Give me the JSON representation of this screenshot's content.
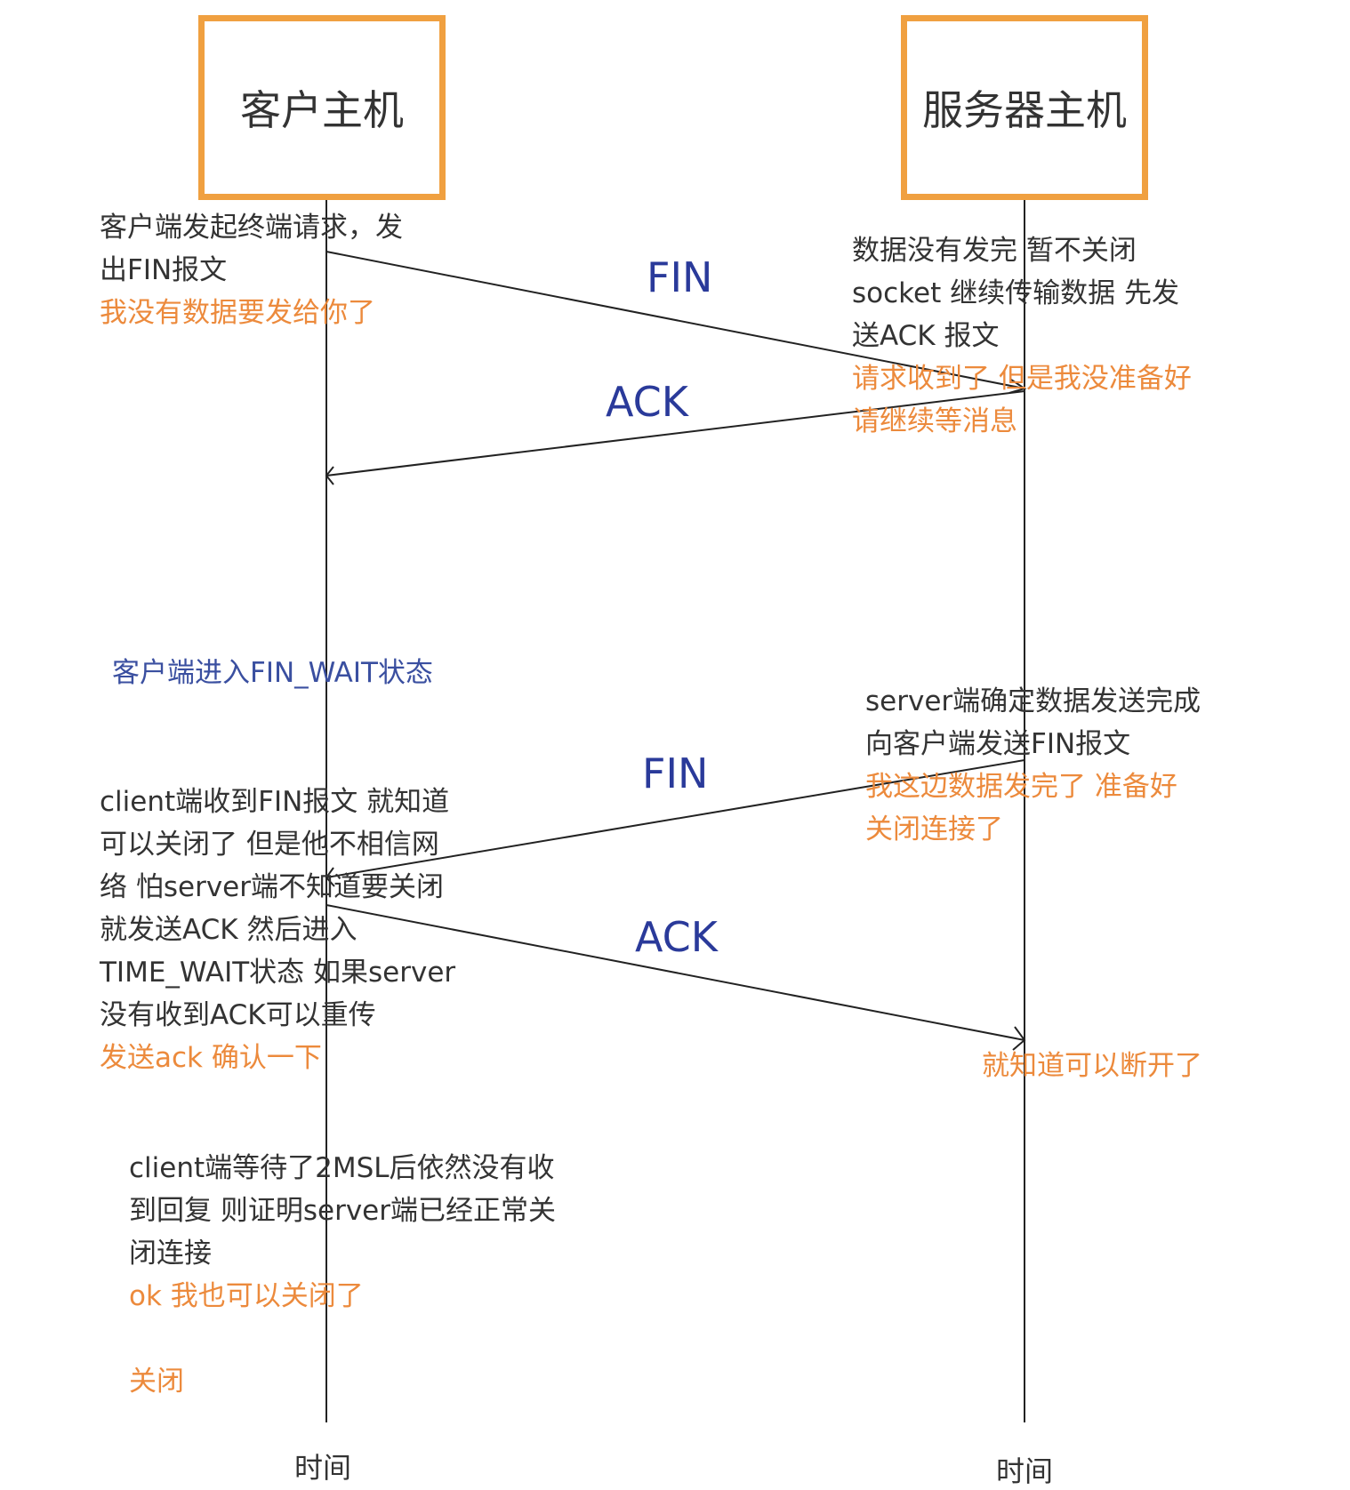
{
  "hosts": {
    "client": "客户主机",
    "server": "服务器主机"
  },
  "messages": {
    "fin1": "FIN",
    "ack1": "ACK",
    "fin2": "FIN",
    "ack2": "ACK"
  },
  "notes": {
    "client_request": [
      "客户端发起终端请求，发",
      "出FIN报文"
    ],
    "client_request_caption": "我没有数据要发给你了",
    "server_not_done": [
      "数据没有发完  暂不关闭",
      "socket  继续传输数据  先发",
      "送ACK 报文"
    ],
    "server_not_done_caption": [
      "请求收到了 但是我没准备好",
      "请继续等消息"
    ],
    "client_fin_wait": "客户端进入FIN_WAIT状态",
    "server_done": [
      "server端确定数据发送完成",
      "向客户端发送FIN报文"
    ],
    "server_done_caption": [
      "我这边数据发完了  准备好",
      "关闭连接了"
    ],
    "client_time_wait": [
      "client端收到FIN报文 就知道",
      "可以关闭了  但是他不相信网",
      "络  怕server端不知道要关闭",
      "就发送ACK 然后进入",
      "TIME_WAIT状态  如果server",
      "没有收到ACK可以重传"
    ],
    "client_time_wait_caption": "发送ack   确认一下",
    "server_close_caption": "就知道可以断开了",
    "client_2msl": [
      "client端等待了2MSL后依然没有收",
      "到回复  则证明server端已经正常关",
      "闭连接"
    ],
    "client_2msl_caption": "ok  我也可以关闭了",
    "client_closed": "关闭"
  },
  "axis": {
    "client_time": "时间",
    "server_time": "时间"
  },
  "colors": {
    "box_border": "#f0a040",
    "caption_orange": "#ec8a3c",
    "label_blue": "#2a3a9a",
    "status_blue": "#3a4fa0",
    "text": "#333333"
  }
}
